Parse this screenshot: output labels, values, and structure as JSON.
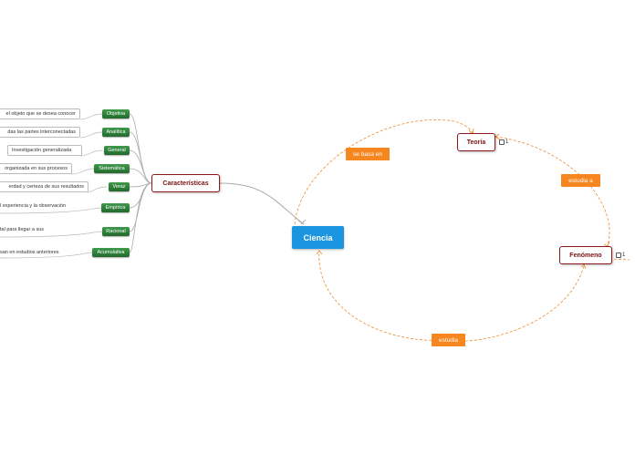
{
  "central": {
    "label": "Ciencia"
  },
  "main_topics": {
    "caracteristicas": "Características",
    "teoria": "Teoría",
    "fenomeno": "Fenómeno"
  },
  "relationships": {
    "se_basa_en": "se basa en",
    "estudia_a": "estudia a",
    "estudia": "estudia"
  },
  "notes": {
    "teoria_count": "1",
    "fenomeno_count": "1"
  },
  "characteristics": [
    {
      "label": "Objetiva",
      "desc": "el objeto que se desea conocer"
    },
    {
      "label": "Analítica",
      "desc": "das las partes interconectadas"
    },
    {
      "label": "General",
      "desc": "Investigación generalizada"
    },
    {
      "label": "Sistemática",
      "desc": "organizada en sus procesos"
    },
    {
      "label": "Veraz",
      "desc": "erdad y certeza de sus resultados"
    },
    {
      "label": "Empírica",
      "desc": "l experiencia y la observación"
    },
    {
      "label": "Racional",
      "desc": "tal para llegar a sus"
    },
    {
      "label": "Acumulativa",
      "desc": "san en estudios anteriores"
    }
  ],
  "colors": {
    "central": "#1b95e0",
    "topic_border": "#8b1a1a",
    "relationship": "#f6861f",
    "subtopic": "#2e7d32"
  }
}
